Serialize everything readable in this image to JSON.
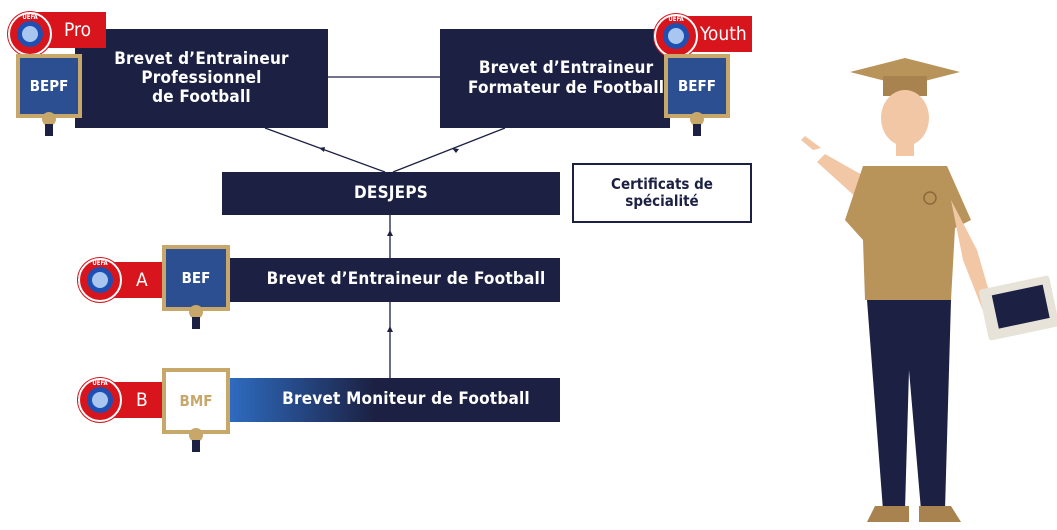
{
  "top_left_box": {
    "lines": [
      "Brevet d’Entraineur",
      "Professionnel",
      "de Football"
    ]
  },
  "top_right_box": {
    "lines": [
      "Brevet d’Entraineur",
      "Formateur de Football"
    ]
  },
  "desjeps_box": {
    "label": "DESJEPS"
  },
  "certificats_box": {
    "lines": [
      "Certificats de",
      "spécialité"
    ]
  },
  "bef_box": {
    "label": "Brevet d’Entraineur de Football"
  },
  "bmf_box": {
    "label": "Brevet Moniteur de Football"
  },
  "badges": {
    "pro": {
      "tag": "Pro",
      "diploma": "BEPF",
      "uefa": "UEFA"
    },
    "youth": {
      "tag": "Youth",
      "diploma": "BEFF",
      "uefa": "UEFA"
    },
    "a": {
      "tag": "A",
      "diploma": "BEF",
      "uefa": "UEFA"
    },
    "b": {
      "tag": "B",
      "diploma": "BMF",
      "uefa": "UEFA"
    }
  },
  "colors": {
    "navy": "#1c2143",
    "uefa_red": "#d8151d",
    "gold": "#c8a76a",
    "blue_gradient_end": "#2f6fc6"
  },
  "illustration": {
    "subject": "coach-character-icon"
  }
}
